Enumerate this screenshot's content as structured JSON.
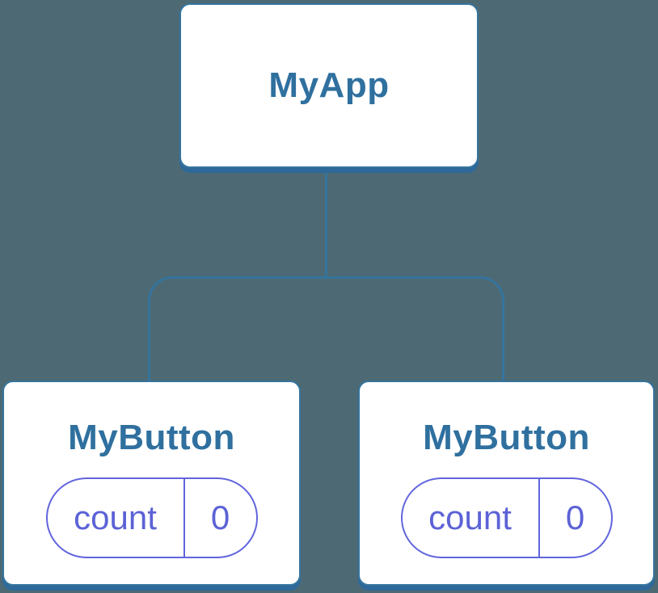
{
  "colors": {
    "background": "#4d6a74",
    "card_fill": "#ffffff",
    "card_border_blue": "#35749e",
    "card_shadow_blue": "#2e6999",
    "component_label_blue": "#2f709f",
    "state_purple": "#6165dd"
  },
  "tree": {
    "root": {
      "label": "MyApp"
    },
    "children": [
      {
        "label": "MyButton",
        "state": {
          "name": "count",
          "value": "0"
        }
      },
      {
        "label": "MyButton",
        "state": {
          "name": "count",
          "value": "0"
        }
      }
    ]
  }
}
